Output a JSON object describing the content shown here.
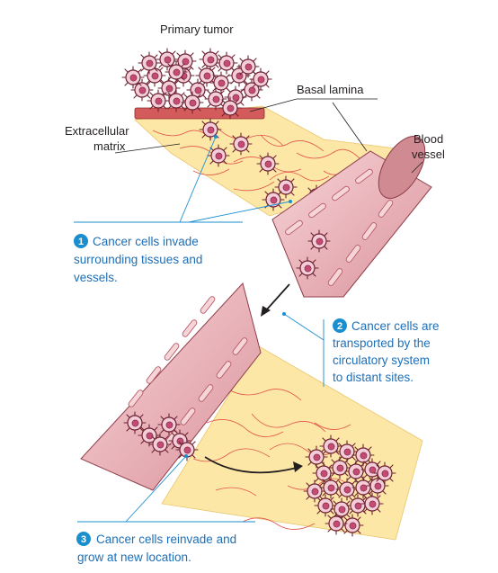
{
  "colors": {
    "ecm_fill": "#fde7a6",
    "ecm_fiber": "#e2554b",
    "vessel_wall": "#eec1c5",
    "vessel_lumen": "#d08a92",
    "vessel_cells": "#b24d5d",
    "cell_body": "#f3ced8",
    "cell_outline": "#6d2133",
    "nucleus": "#c44b73",
    "lamina": "#d45b5b",
    "caption": "#1d6fb8",
    "leader": "#1a8fd0",
    "arrow": "#231f20"
  },
  "labels": {
    "primary_tumor": "Primary tumor",
    "basal_lamina": "Basal lamina",
    "extracellular_1": "Extracellular",
    "extracellular_2": "matrix",
    "blood_1": "Blood",
    "blood_2": "vessel"
  },
  "steps": [
    {
      "number": "1",
      "lines": [
        "Cancer cells invade",
        "surrounding tissues and",
        "vessels."
      ]
    },
    {
      "number": "2",
      "lines": [
        "Cancer cells are",
        "transported by the",
        "circulatory system",
        "to distant sites."
      ]
    },
    {
      "number": "3",
      "lines": [
        "Cancer cells reinvade and",
        "grow at new location."
      ]
    }
  ]
}
